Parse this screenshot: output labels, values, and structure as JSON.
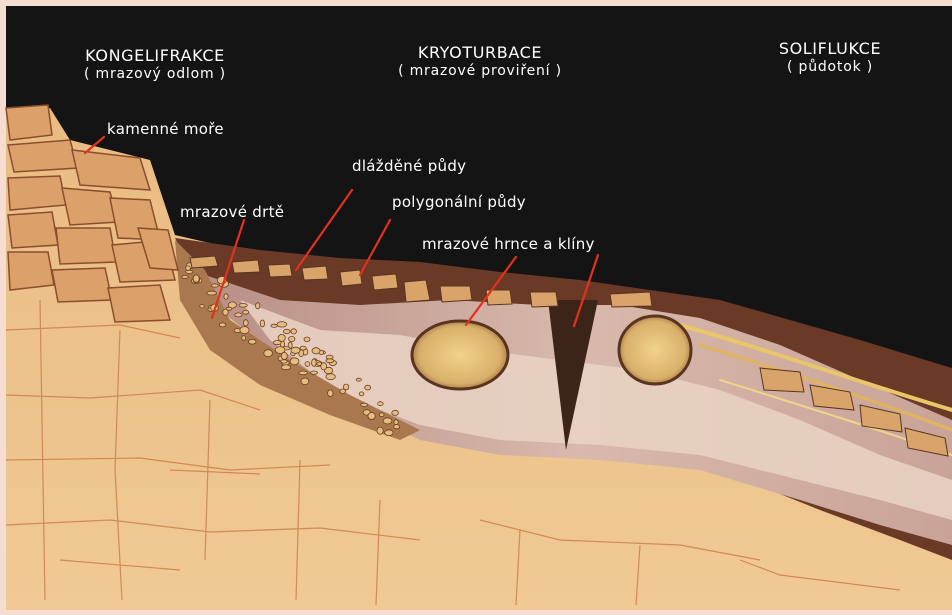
{
  "headers": [
    {
      "title": "KONGELIFRAKCE",
      "subtitle": "( mrazový odlom )"
    },
    {
      "title": "KRYOTURBACE",
      "subtitle": "( mrazové proviření )"
    },
    {
      "title": "SOLIFLUKCE",
      "subtitle": "( půdotok )"
    }
  ],
  "labels": {
    "kamenne_more": "kamenné moře",
    "mrazove_drte": "mrazové drtě",
    "dlazdene_pudy": "dlážděné půdy",
    "polygonalni_pudy": "polygonální půdy",
    "mrazove_hrnce": "mrazové hrnce a klíny"
  },
  "colors": {
    "sky": "#141414",
    "frame": "#f6ddd2",
    "bedrock": "#e8b97f",
    "crack": "#c97a4a",
    "soil_pale": "#ead4c4",
    "soil_mauve": "#c79f93",
    "soil_dark": "#6a3a26",
    "stone": "#dca06a",
    "stone_edge": "#8a4e2c",
    "leader": "#e0321c"
  }
}
